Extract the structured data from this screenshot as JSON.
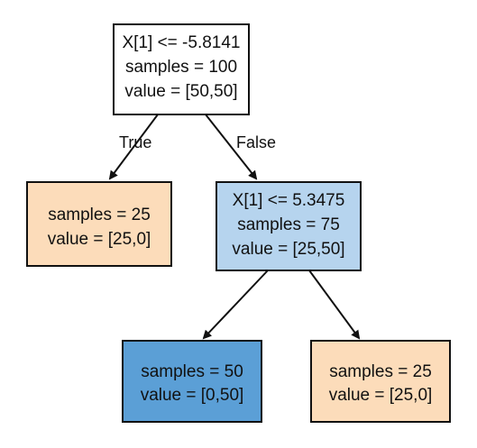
{
  "colors": {
    "root_fill": "#ffffff",
    "class0_fill": "#fcdcba",
    "mixed_fill": "#b6d4ee",
    "class1_fill": "#5b9fd6",
    "border": "#111111",
    "edge": "#111111"
  },
  "edges": {
    "true_label": "True",
    "false_label": "False"
  },
  "nodes": {
    "root": {
      "condition": "X[1] <= -5.8141",
      "samples": "samples = 100",
      "value": "value = [50,50]"
    },
    "left": {
      "samples": "samples = 25",
      "value": "value = [25,0]"
    },
    "right": {
      "condition": "X[1] <= 5.3475",
      "samples": "samples = 75",
      "value": "value = [25,50]"
    },
    "right_left": {
      "samples": "samples = 50",
      "value": "value = [0,50]"
    },
    "right_right": {
      "samples": "samples = 25",
      "value": "value = [25,0]"
    }
  }
}
